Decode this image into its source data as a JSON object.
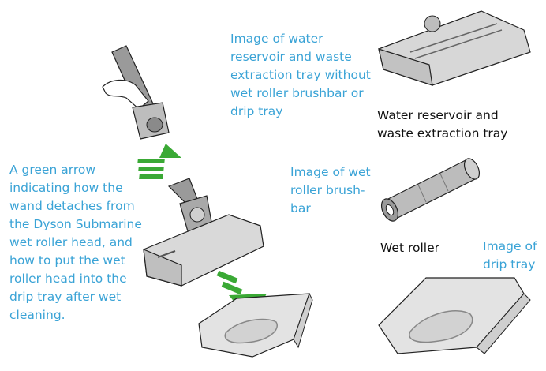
{
  "descriptions": {
    "reservoir": [
      "Image of water",
      "reservoir and waste",
      "extraction tray without",
      "wet roller brushbar or",
      "drip tray"
    ],
    "arrow": [
      "A green arrow",
      "indicating how the",
      "wand detaches from",
      "the Dyson Submarine",
      "wet roller head, and",
      "how to put the wet",
      "roller head into the",
      "drip tray after wet",
      "cleaning."
    ],
    "roller": [
      "Image of wet",
      "roller brush-",
      "bar"
    ],
    "drip_tray": [
      "Image of",
      "drip tray"
    ]
  },
  "labels": {
    "reservoir": [
      "Water reservoir and",
      "waste extraction tray"
    ],
    "roller": "Wet roller"
  },
  "colors": {
    "description_text": "#3aa3d6",
    "label_text": "#111111",
    "arrow_green": "#3aa935",
    "illustration_fill": "#d9d9d9",
    "illustration_stroke": "#222222"
  }
}
